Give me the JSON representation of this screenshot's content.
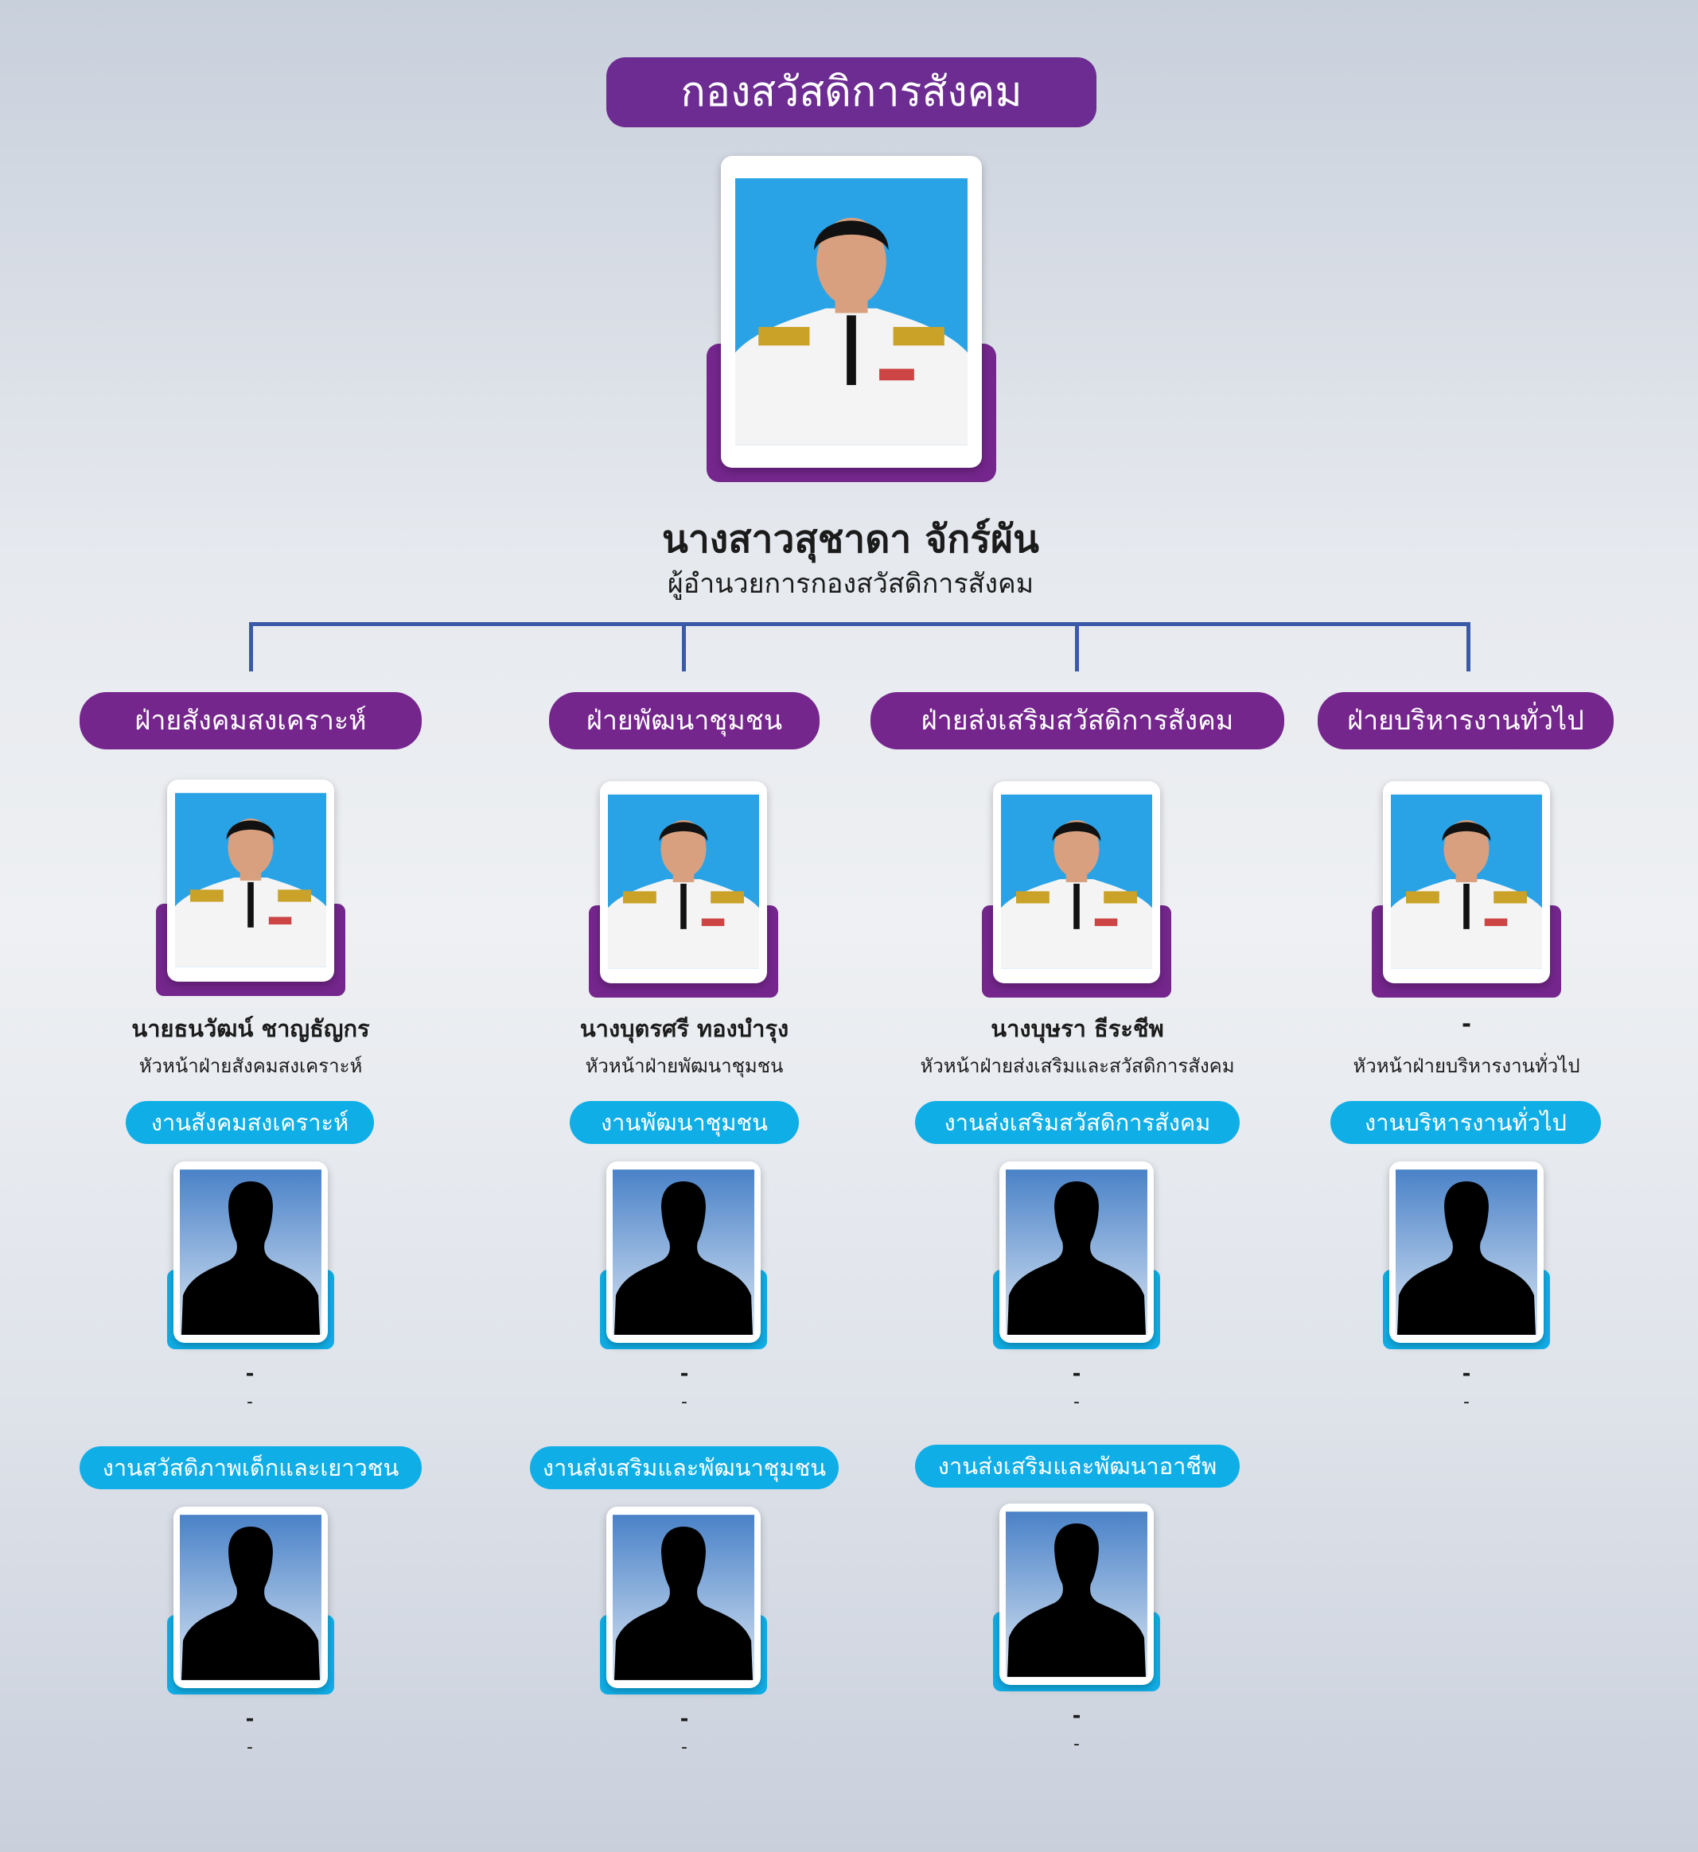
{
  "title": "กองสวัสดิการสังคม",
  "director": {
    "name": "นางสาวสุชาดา  จักร์ผัน",
    "position": "ผู้อำนวยการกองสวัสดิการสังคม"
  },
  "divisions": [
    {
      "label": "ฝ่ายสังคมสงเคราะห์",
      "head_name": "นายธนวัฒน์ ชาญธัญกร",
      "head_position": "หัวหน้าฝ่ายสังคมสงเคราะห์",
      "units": [
        {
          "label": "งานสังคมสงเคราะห์",
          "name": "-",
          "position": "-"
        },
        {
          "label": "งานสวัสดิภาพเด็กและเยาวชน",
          "name": "-",
          "position": "-"
        }
      ]
    },
    {
      "label": "ฝ่ายพัฒนาชุมชน",
      "head_name": "นางบุตรศรี  ทองบำรุง",
      "head_position": "หัวหน้าฝ่ายพัฒนาชุมชน",
      "units": [
        {
          "label": "งานพัฒนาชุมชน",
          "name": "-",
          "position": "-"
        },
        {
          "label": "งานส่งเสริมและพัฒนาชุมชน",
          "name": "-",
          "position": "-"
        }
      ]
    },
    {
      "label": "ฝ่ายส่งเสริมสวัสดิการสังคม",
      "head_name": "นางบุษรา ธีระชีพ",
      "head_position": "หัวหน้าฝ่ายส่งเสริมและสวัสดิการสังคม",
      "units": [
        {
          "label": "งานส่งเสริมสวัสดิการสังคม",
          "name": "-",
          "position": "-"
        },
        {
          "label": "งานส่งเสริมและพัฒนาอาชีพ",
          "name": "-",
          "position": "-"
        }
      ]
    },
    {
      "label": "ฝ่ายบริหารงานทั่วไป",
      "head_name": "-",
      "head_position": "หัวหน้าฝ่ายบริหารงานทั่วไป",
      "units": [
        {
          "label": "งานบริหารงานทั่วไป",
          "name": "-",
          "position": "-"
        }
      ]
    }
  ],
  "colors": {
    "purple": "#74268c",
    "cyan": "#10aee6",
    "connector": "#3a5aa8"
  }
}
